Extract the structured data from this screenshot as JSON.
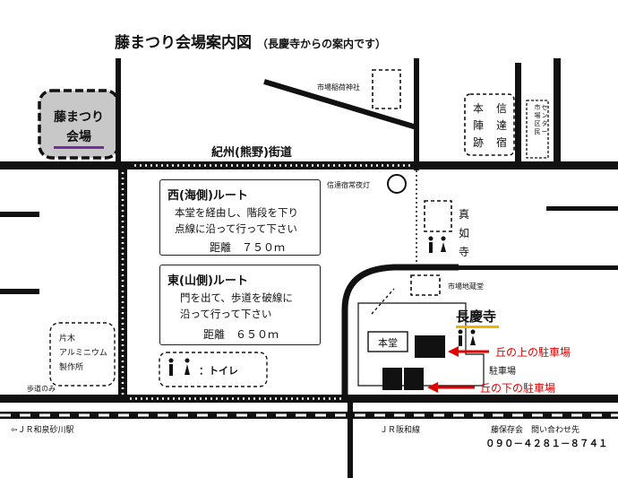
{
  "title": "藤まつり会場案内図",
  "subtitle": "（長慶寺からの案内です）",
  "venue": {
    "line1": "藤まつり",
    "line2": "会場"
  },
  "road_main": "紀州(熊野)街道",
  "landmarks": {
    "inari": "市場稲荷神社",
    "nightlight": "信達宿常夜灯",
    "honjin": [
      "本",
      "陣",
      "跡"
    ],
    "shindachi": [
      "信",
      "達",
      "宿"
    ],
    "ichiba_center": [
      "市",
      "場",
      "区",
      "民",
      "セ",
      "ン",
      "タ",
      "ー"
    ],
    "shinnyoji": [
      "真",
      "如",
      "寺"
    ],
    "jizodo": "市場地蔵堂",
    "katagi": [
      "片木",
      "アルミニウム",
      "製作所"
    ],
    "hondo": "本堂",
    "chokeiji": "長慶寺",
    "parking": "駐車場",
    "sidewalk": "歩道のみ"
  },
  "west_route": {
    "title": "西(海側)ルート",
    "line1": "本堂を経由し、階段を下り",
    "line2": "点線に沿って行って下さい",
    "distance": "距離　７５０ｍ"
  },
  "east_route": {
    "title": "東(山側)ルート",
    "line1": "門を出て、歩道を破線に",
    "line2": "沿って行って下さい",
    "distance": "距離　６５０ｍ"
  },
  "toilet": {
    "label": "：トイレ"
  },
  "annotations": {
    "parking_upper": "丘の上の駐車場",
    "parking_lower": "丘の下の駐車場"
  },
  "rail": {
    "station": "⇦ＪＲ和泉砂川駅",
    "line": "ＪＲ阪和線"
  },
  "contact": {
    "org": "藤保存会　問い合わせ先",
    "phone": "０９０－４２８１－８７４１"
  },
  "colors": {
    "annotation_red": "#e00000",
    "underline_purple": "#7030a0",
    "underline_yellow": "#f0b400",
    "venue_fill": "#c8c8c8"
  }
}
